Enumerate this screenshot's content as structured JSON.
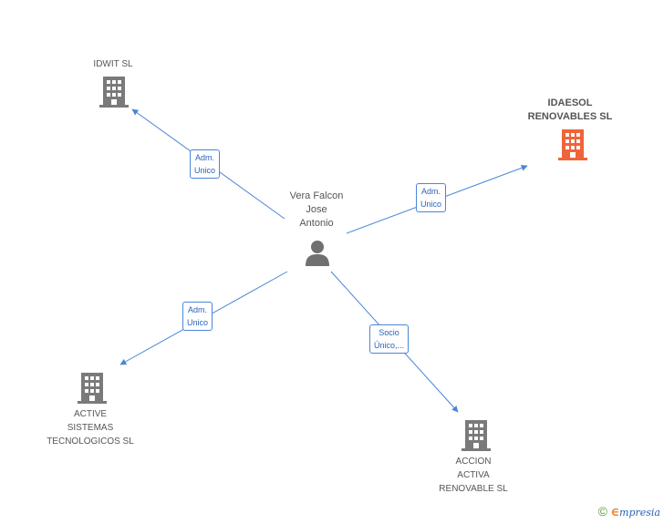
{
  "colors": {
    "edge": "#4a86d8",
    "company_icon": "#7a7a7a",
    "highlight_icon": "#f0643a",
    "person_icon": "#707070"
  },
  "center": {
    "name_lines": [
      "Vera Falcon",
      "Jose",
      "Antonio"
    ],
    "icon": "person-icon"
  },
  "companies": [
    {
      "id": "idwit",
      "label_lines": [
        "IDWIT SL"
      ],
      "icon": "building-icon",
      "bold": false
    },
    {
      "id": "idaesol",
      "label_lines": [
        "IDAESOL",
        "RENOVABLES SL"
      ],
      "icon": "building-icon",
      "bold": true
    },
    {
      "id": "active",
      "label_lines": [
        "ACTIVE",
        "SISTEMAS",
        "TECNOLOGICOS SL"
      ],
      "icon": "building-icon",
      "bold": false
    },
    {
      "id": "accion",
      "label_lines": [
        "ACCION",
        "ACTIVA",
        "RENOVABLE SL"
      ],
      "icon": "building-icon",
      "bold": false
    }
  ],
  "relations": [
    {
      "target": "idwit",
      "label_lines": [
        "Adm.",
        "Unico"
      ]
    },
    {
      "target": "idaesol",
      "label_lines": [
        "Adm.",
        "Unico"
      ]
    },
    {
      "target": "active",
      "label_lines": [
        "Adm.",
        "Unico"
      ]
    },
    {
      "target": "accion",
      "label_lines": [
        "Socio",
        "Único,..."
      ]
    }
  ],
  "brand": {
    "copyright": "©",
    "e": "∈",
    "name": "mpresia"
  }
}
